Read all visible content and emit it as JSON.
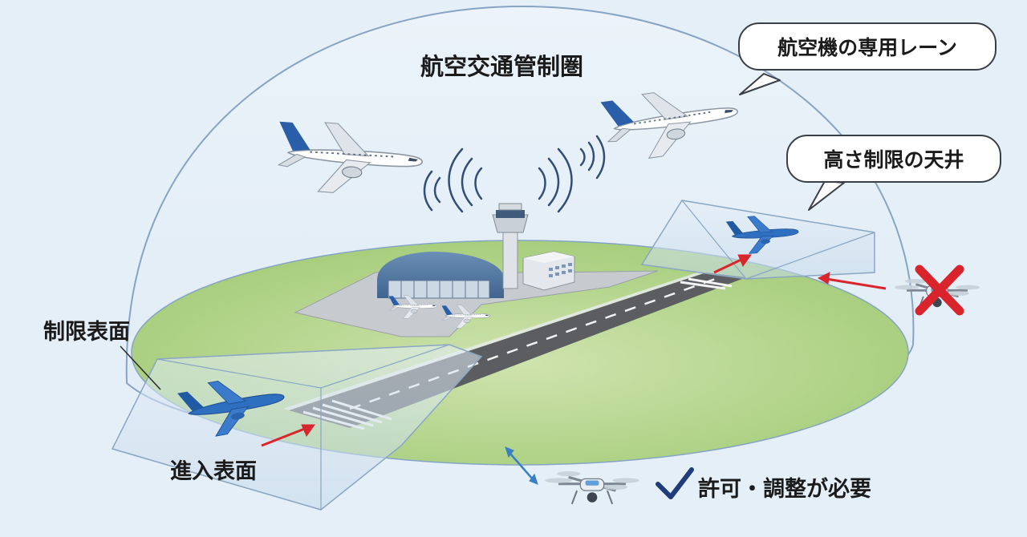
{
  "labels": {
    "atc_zone": "航空交通管制圏",
    "aircraft_lane": "航空機の専用レーン",
    "height_ceiling": "高さ制限の天井",
    "restricted_surface": "制限表面",
    "approach_surface": "進入表面",
    "permission_note": "許可・調整が必要"
  },
  "colors": {
    "dome_edge": "#8aa9c9",
    "ground_green": "#a9d07f",
    "runway": "#5b5d60",
    "aircraft_blue": "#2f6fc0",
    "arrow_red": "#d9262c",
    "prohibit_red": "#d8242a",
    "check_navy": "#1f3d7a",
    "drone_grey": "#9aa6b0"
  },
  "icons": {
    "prohibited": "x-mark-icon",
    "allowed": "checkmark-icon",
    "radio_signal": "radio-waves-icon"
  }
}
